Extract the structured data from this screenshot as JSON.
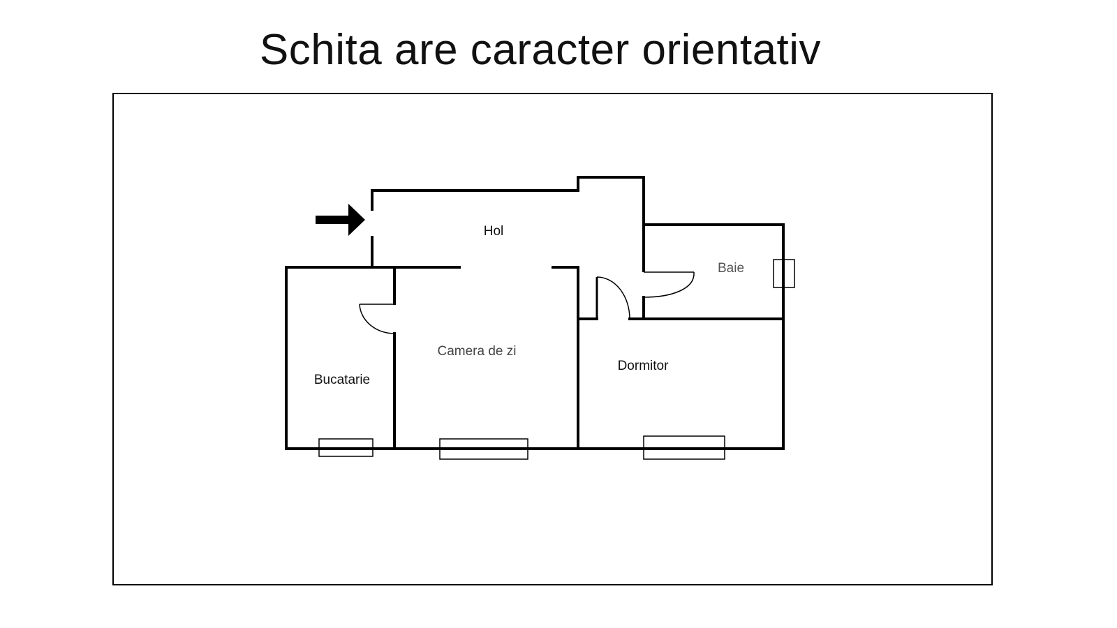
{
  "title": "Schita are caracter orientativ",
  "rooms": {
    "hol": "Hol",
    "baie": "Baie",
    "camera": "Camera de zi",
    "bucatarie": "Bucatarie",
    "dormitor": "Dormitor"
  }
}
